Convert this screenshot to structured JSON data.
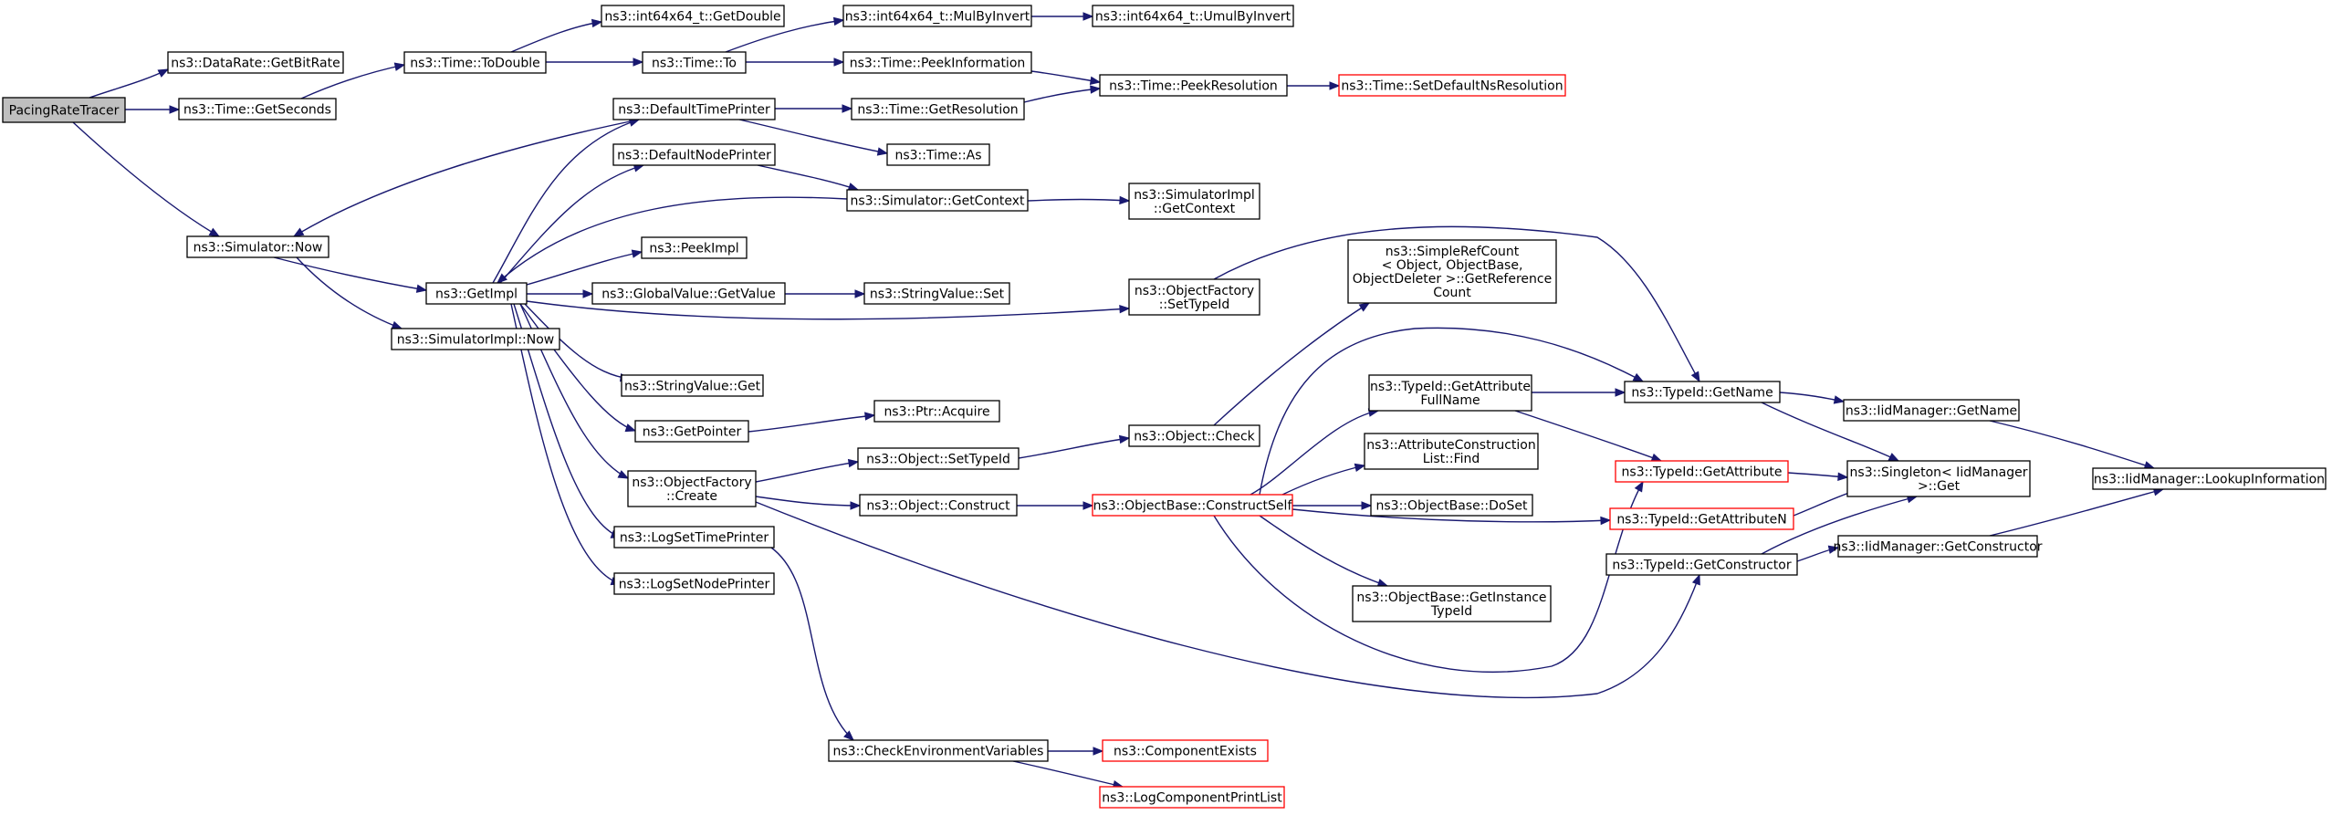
{
  "graph": {
    "title": "",
    "colors": {
      "edge": "#191970",
      "node_border": "#000000",
      "truncated_border": "#ff0000",
      "root_fill": "#bfbfbf",
      "node_fill": "#ffffff"
    },
    "nodes": [
      {
        "id": "root",
        "lines": [
          "PacingRateTracer"
        ],
        "style": "root"
      },
      {
        "id": "getbitrate",
        "lines": [
          "ns3::DataRate::GetBitRate"
        ]
      },
      {
        "id": "getseconds",
        "lines": [
          "ns3::Time::GetSeconds"
        ]
      },
      {
        "id": "sim_now",
        "lines": [
          "ns3::Simulator::Now"
        ]
      },
      {
        "id": "todouble",
        "lines": [
          "ns3::Time::ToDouble"
        ]
      },
      {
        "id": "getdouble",
        "lines": [
          "ns3::int64x64_t::GetDouble"
        ]
      },
      {
        "id": "time_to",
        "lines": [
          "ns3::Time::To"
        ]
      },
      {
        "id": "mulbyinvert",
        "lines": [
          "ns3::int64x64_t::MulByInvert"
        ]
      },
      {
        "id": "umulbyinvert",
        "lines": [
          "ns3::int64x64_t::UmulByInvert"
        ]
      },
      {
        "id": "peekinfo",
        "lines": [
          "ns3::Time::PeekInformation"
        ]
      },
      {
        "id": "peekres",
        "lines": [
          "ns3::Time::PeekResolution"
        ]
      },
      {
        "id": "setdefaultns",
        "lines": [
          "ns3::Time::SetDefaultNsResolution"
        ],
        "style": "trunc"
      },
      {
        "id": "deftimeprinter",
        "lines": [
          "ns3::DefaultTimePrinter"
        ]
      },
      {
        "id": "getresolution",
        "lines": [
          "ns3::Time::GetResolution"
        ]
      },
      {
        "id": "time_as",
        "lines": [
          "ns3::Time::As"
        ]
      },
      {
        "id": "defnodeprinter",
        "lines": [
          "ns3::DefaultNodePrinter"
        ]
      },
      {
        "id": "sim_getcontext",
        "lines": [
          "ns3::Simulator::GetContext"
        ]
      },
      {
        "id": "simimpl_getcontext",
        "lines": [
          "ns3::SimulatorImpl",
          "::GetContext"
        ]
      },
      {
        "id": "getimpl",
        "lines": [
          "ns3::GetImpl"
        ]
      },
      {
        "id": "simimpl_now",
        "lines": [
          "ns3::SimulatorImpl::Now"
        ]
      },
      {
        "id": "peekimpl",
        "lines": [
          "ns3::PeekImpl"
        ]
      },
      {
        "id": "gv_getvalue",
        "lines": [
          "ns3::GlobalValue::GetValue"
        ]
      },
      {
        "id": "sv_set",
        "lines": [
          "ns3::StringValue::Set"
        ]
      },
      {
        "id": "of_settypeid",
        "lines": [
          "ns3::ObjectFactory",
          "::SetTypeId"
        ]
      },
      {
        "id": "simplerefcount",
        "lines": [
          "ns3::SimpleRefCount",
          "< Object, ObjectBase,",
          "ObjectDeleter >::GetReference",
          "Count"
        ]
      },
      {
        "id": "sv_get",
        "lines": [
          "ns3::StringValue::Get"
        ]
      },
      {
        "id": "ptr_acquire",
        "lines": [
          "ns3::Ptr::Acquire"
        ]
      },
      {
        "id": "getpointer",
        "lines": [
          "ns3::GetPointer"
        ]
      },
      {
        "id": "obj_settypeid",
        "lines": [
          "ns3::Object::SetTypeId"
        ]
      },
      {
        "id": "obj_check",
        "lines": [
          "ns3::Object::Check"
        ]
      },
      {
        "id": "of_create",
        "lines": [
          "ns3::ObjectFactory",
          "::Create"
        ]
      },
      {
        "id": "obj_construct",
        "lines": [
          "ns3::Object::Construct"
        ]
      },
      {
        "id": "ob_constructself",
        "lines": [
          "ns3::ObjectBase::ConstructSelf"
        ],
        "style": "trunc"
      },
      {
        "id": "getattrfullname",
        "lines": [
          "ns3::TypeId::GetAttribute",
          "FullName"
        ]
      },
      {
        "id": "typeid_getname",
        "lines": [
          "ns3::TypeId::GetName"
        ]
      },
      {
        "id": "iid_getname",
        "lines": [
          "ns3::IidManager::GetName"
        ]
      },
      {
        "id": "attrconstfind",
        "lines": [
          "ns3::AttributeConstruction",
          "List::Find"
        ]
      },
      {
        "id": "typeid_getattr",
        "lines": [
          "ns3::TypeId::GetAttribute"
        ],
        "style": "trunc"
      },
      {
        "id": "singleton_get",
        "lines": [
          "ns3::Singleton< IidManager",
          ">::Get"
        ]
      },
      {
        "id": "iid_lookup",
        "lines": [
          "ns3::IidManager::LookupInformation"
        ]
      },
      {
        "id": "ob_doset",
        "lines": [
          "ns3::ObjectBase::DoSet"
        ]
      },
      {
        "id": "typeid_getattrn",
        "lines": [
          "ns3::TypeId::GetAttributeN"
        ],
        "style": "trunc"
      },
      {
        "id": "logsettimeprinter",
        "lines": [
          "ns3::LogSetTimePrinter"
        ]
      },
      {
        "id": "typeid_getctor",
        "lines": [
          "ns3::TypeId::GetConstructor"
        ]
      },
      {
        "id": "iid_getctor",
        "lines": [
          "ns3::IidManager::GetConstructor"
        ]
      },
      {
        "id": "logsetnodeprinter",
        "lines": [
          "ns3::LogSetNodePrinter"
        ]
      },
      {
        "id": "ob_getinstancetypeid",
        "lines": [
          "ns3::ObjectBase::GetInstance",
          "TypeId"
        ]
      },
      {
        "id": "checkenv",
        "lines": [
          "ns3::CheckEnvironmentVariables"
        ]
      },
      {
        "id": "componentexists",
        "lines": [
          "ns3::ComponentExists"
        ],
        "style": "trunc"
      },
      {
        "id": "logcompprintlist",
        "lines": [
          "ns3::LogComponentPrintList"
        ],
        "style": "trunc"
      }
    ],
    "edges": [
      [
        "root",
        "getbitrate"
      ],
      [
        "root",
        "getseconds"
      ],
      [
        "root",
        "sim_now"
      ],
      [
        "getseconds",
        "todouble"
      ],
      [
        "todouble",
        "getdouble"
      ],
      [
        "todouble",
        "time_to"
      ],
      [
        "time_to",
        "mulbyinvert"
      ],
      [
        "mulbyinvert",
        "umulbyinvert"
      ],
      [
        "time_to",
        "peekinfo"
      ],
      [
        "peekinfo",
        "peekres"
      ],
      [
        "peekres",
        "setdefaultns"
      ],
      [
        "sim_now",
        "getimpl"
      ],
      [
        "sim_now",
        "simimpl_now"
      ],
      [
        "deftimeprinter",
        "sim_now"
      ],
      [
        "deftimeprinter",
        "getresolution"
      ],
      [
        "deftimeprinter",
        "time_as"
      ],
      [
        "getresolution",
        "peekres"
      ],
      [
        "defnodeprinter",
        "sim_getcontext"
      ],
      [
        "sim_getcontext",
        "getimpl"
      ],
      [
        "sim_getcontext",
        "simimpl_getcontext"
      ],
      [
        "getimpl",
        "deftimeprinter"
      ],
      [
        "getimpl",
        "defnodeprinter"
      ],
      [
        "getimpl",
        "peekimpl"
      ],
      [
        "getimpl",
        "gv_getvalue"
      ],
      [
        "getimpl",
        "of_settypeid"
      ],
      [
        "getimpl",
        "sv_get"
      ],
      [
        "getimpl",
        "getpointer"
      ],
      [
        "getimpl",
        "of_create"
      ],
      [
        "getimpl",
        "logsettimeprinter"
      ],
      [
        "getimpl",
        "logsetnodeprinter"
      ],
      [
        "gv_getvalue",
        "sv_set"
      ],
      [
        "of_settypeid",
        "typeid_getname"
      ],
      [
        "getpointer",
        "ptr_acquire"
      ],
      [
        "of_create",
        "obj_settypeid"
      ],
      [
        "of_create",
        "obj_construct"
      ],
      [
        "of_create",
        "typeid_getctor"
      ],
      [
        "obj_settypeid",
        "obj_check"
      ],
      [
        "obj_check",
        "simplerefcount"
      ],
      [
        "obj_construct",
        "ob_constructself"
      ],
      [
        "ob_constructself",
        "getattrfullname"
      ],
      [
        "ob_constructself",
        "typeid_getname"
      ],
      [
        "ob_constructself",
        "attrconstfind"
      ],
      [
        "ob_constructself",
        "ob_doset"
      ],
      [
        "ob_constructself",
        "typeid_getattrn"
      ],
      [
        "ob_constructself",
        "ob_getinstancetypeid"
      ],
      [
        "ob_constructself",
        "typeid_getattr"
      ],
      [
        "getattrfullname",
        "typeid_getname"
      ],
      [
        "getattrfullname",
        "typeid_getattr"
      ],
      [
        "typeid_getname",
        "iid_getname"
      ],
      [
        "typeid_getname",
        "singleton_get"
      ],
      [
        "iid_getname",
        "iid_lookup"
      ],
      [
        "typeid_getattr",
        "singleton_get"
      ],
      [
        "typeid_getattrn",
        "singleton_get"
      ],
      [
        "typeid_getctor",
        "singleton_get"
      ],
      [
        "typeid_getctor",
        "iid_getctor"
      ],
      [
        "iid_getctor",
        "iid_lookup"
      ],
      [
        "logsettimeprinter",
        "checkenv"
      ],
      [
        "checkenv",
        "componentexists"
      ],
      [
        "checkenv",
        "logcompprintlist"
      ]
    ]
  }
}
